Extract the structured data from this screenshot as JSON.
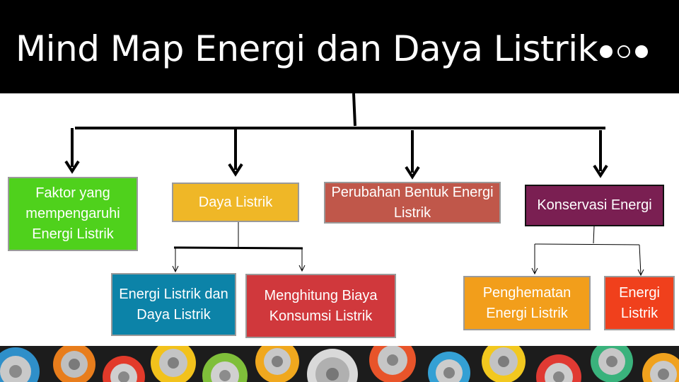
{
  "title": "Mind Map Energi dan Daya Listrik",
  "title_dots": [
    "filled-dot",
    "hollow-dot",
    "filled-dot"
  ],
  "nodes": {
    "faktor": "Faktor yang mempengaruhi Energi Listrik",
    "daya": "Daya Listrik",
    "perubahan": "Perubahan Bentuk Energi Listrik",
    "konservasi": "Konservasi Energi",
    "energi_daya": "Energi Listrik dan Daya Listrik",
    "menghitung": "Menghitung Biaya Konsumsi Listrik",
    "penghematan": "Penghematan Energi Listrik",
    "energi_listrik": "Energi Listrik"
  },
  "colors": {
    "header_bg": "#000000",
    "faktor": "#4fd11c",
    "daya": "#efb727",
    "perubahan": "#c0574a",
    "konservasi": "#7a1f52",
    "energi_daya": "#0c83a8",
    "menghitung": "#d0383c",
    "penghematan": "#f29e1b",
    "energi_listrik": "#f0401c"
  },
  "decor": "batteries-photo-strip"
}
